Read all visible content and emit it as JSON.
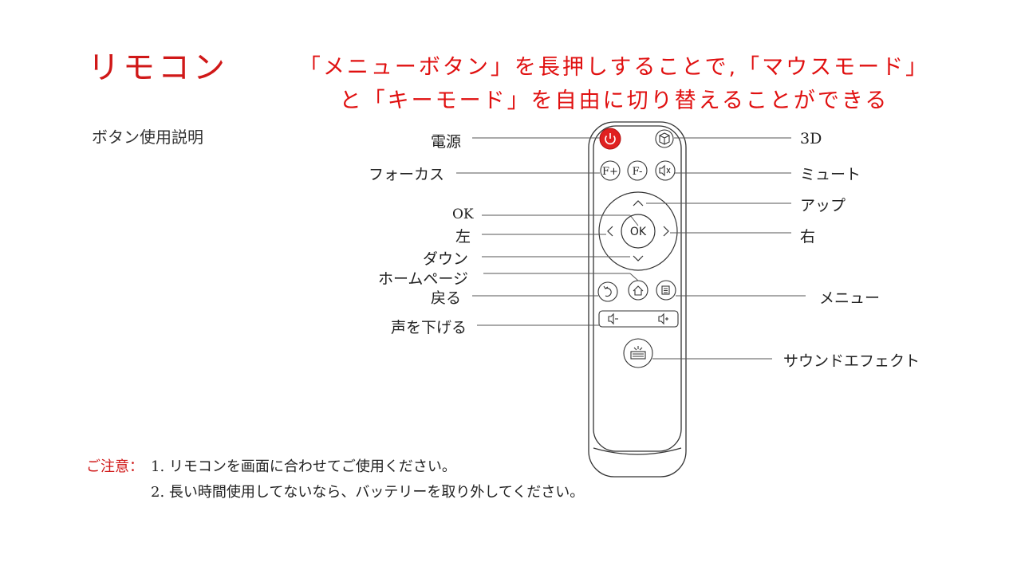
{
  "title": "リモコン",
  "headline": {
    "line1": "「メニューボタン」を長押しすることで,「マウスモード」",
    "line2": "と「キーモード」を自由に切り替えることができる"
  },
  "section_title": "ボタン使用説明",
  "labels": {
    "power": "電源",
    "three_d": "3D",
    "focus": "フォーカス",
    "mute": "ミュート",
    "up": "アップ",
    "ok": "OK",
    "left": "左",
    "right": "右",
    "down": "ダウン",
    "homepage": "ホームページ",
    "back": "戻る",
    "menu": "メニュー",
    "volume_down": "声を下げる",
    "sound_effect": "サウンドエフェクト"
  },
  "remote_buttons": {
    "focus_plus": "F+",
    "focus_minus": "F-",
    "ok": "OK"
  },
  "notes": {
    "key": "ご注意：",
    "item1": "1. リモコンを画面に合わせてご使用ください。",
    "item2": "2. 長い時間使用してないなら、バッテリーを取り外してください。"
  },
  "colors": {
    "accent": "#d01818",
    "power_button": "#e02020",
    "line": "#555555"
  }
}
